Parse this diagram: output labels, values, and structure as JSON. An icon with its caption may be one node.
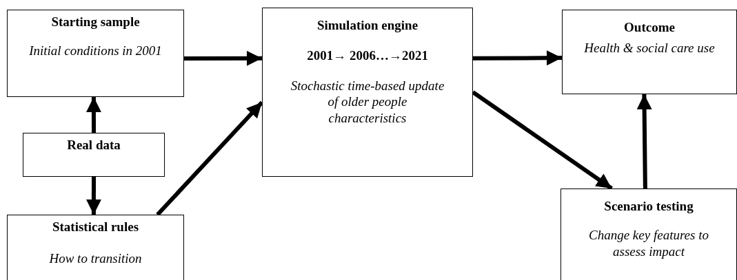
{
  "diagram": {
    "nodes": [
      {
        "text": [
          "Starting sample",
          "Initial conditions in 2001"
        ]
      },
      {
        "text": [
          "Real data"
        ]
      },
      {
        "text": [
          "Statistical rules",
          "How to transition"
        ]
      },
      {
        "text": [
          "Simulation engine",
          "2001→ 2006…→2021",
          "Stochastic time-based update of older people characteristics"
        ]
      },
      {
        "text": [
          "Outcome",
          "Health & social care use"
        ]
      },
      {
        "text": [
          "Scenario testing",
          "Change key features to assess impact"
        ]
      }
    ],
    "edges": [
      {
        "from": 0,
        "to": 3,
        "arrow": "to"
      },
      {
        "from": 1,
        "to": 0,
        "arrow": "to"
      },
      {
        "from": 1,
        "to": 2,
        "arrow": "to"
      },
      {
        "from": 2,
        "to": 3,
        "arrow": "to"
      },
      {
        "from": 3,
        "to": 4,
        "arrow": "to"
      },
      {
        "from": 3,
        "to": 5,
        "arrow": "to"
      },
      {
        "from": 5,
        "to": 4,
        "arrow": "to"
      }
    ]
  }
}
